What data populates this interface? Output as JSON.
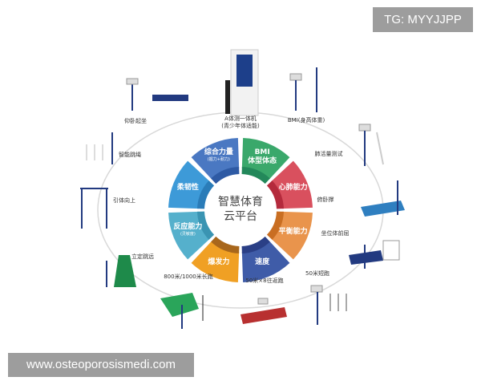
{
  "center": {
    "line1": "智慧体育",
    "line2": "云平台"
  },
  "segments": [
    {
      "title": "BMI",
      "title2": "体型体态",
      "sub": "",
      "color": "#3aa86b",
      "dark": "#23885a"
    },
    {
      "title": "心肺能力",
      "title2": "",
      "sub": "",
      "color": "#d9505e",
      "dark": "#b42a3c"
    },
    {
      "title": "平衡能力",
      "title2": "",
      "sub": "",
      "color": "#e9944c",
      "dark": "#c96e22"
    },
    {
      "title": "速度",
      "title2": "",
      "sub": "",
      "color": "#3f5ca8",
      "dark": "#2a3f86"
    },
    {
      "title": "爆发力",
      "title2": "",
      "sub": "",
      "color": "#f0a024",
      "dark": "#a8671c"
    },
    {
      "title": "反应能力",
      "title2": "",
      "sub": "(灵敏度)",
      "color": "#55b0cc",
      "dark": "#3a94b2"
    },
    {
      "title": "柔韧性",
      "title2": "",
      "sub": "",
      "color": "#3d9ad8",
      "dark": "#2a7cb8"
    },
    {
      "title": "综合力量",
      "title2": "",
      "sub": "(握力+耐力)",
      "color": "#4a78c2",
      "dark": "#2e5aa4"
    }
  ],
  "stations": [
    {
      "label": "A体测一体机",
      "label2": "(青少年体适能)"
    },
    {
      "label": "BMI(身高体重)",
      "label2": ""
    },
    {
      "label": "肺活量测试",
      "label2": ""
    },
    {
      "label": "俯卧撑",
      "label2": ""
    },
    {
      "label": "坐位体前屈",
      "label2": ""
    },
    {
      "label": "50米短跑",
      "label2": ""
    },
    {
      "label": "50米×8往返跑",
      "label2": ""
    },
    {
      "label": "800米/1000米长跑",
      "label2": ""
    },
    {
      "label": "立定跳远",
      "label2": ""
    },
    {
      "label": "引体向上",
      "label2": ""
    },
    {
      "label": "智能跳绳",
      "label2": ""
    },
    {
      "label": "仰卧起坐",
      "label2": ""
    }
  ],
  "watermarks": {
    "top": "TG: MYYJJPP",
    "bottom": "www.osteoporosismedi.com"
  }
}
